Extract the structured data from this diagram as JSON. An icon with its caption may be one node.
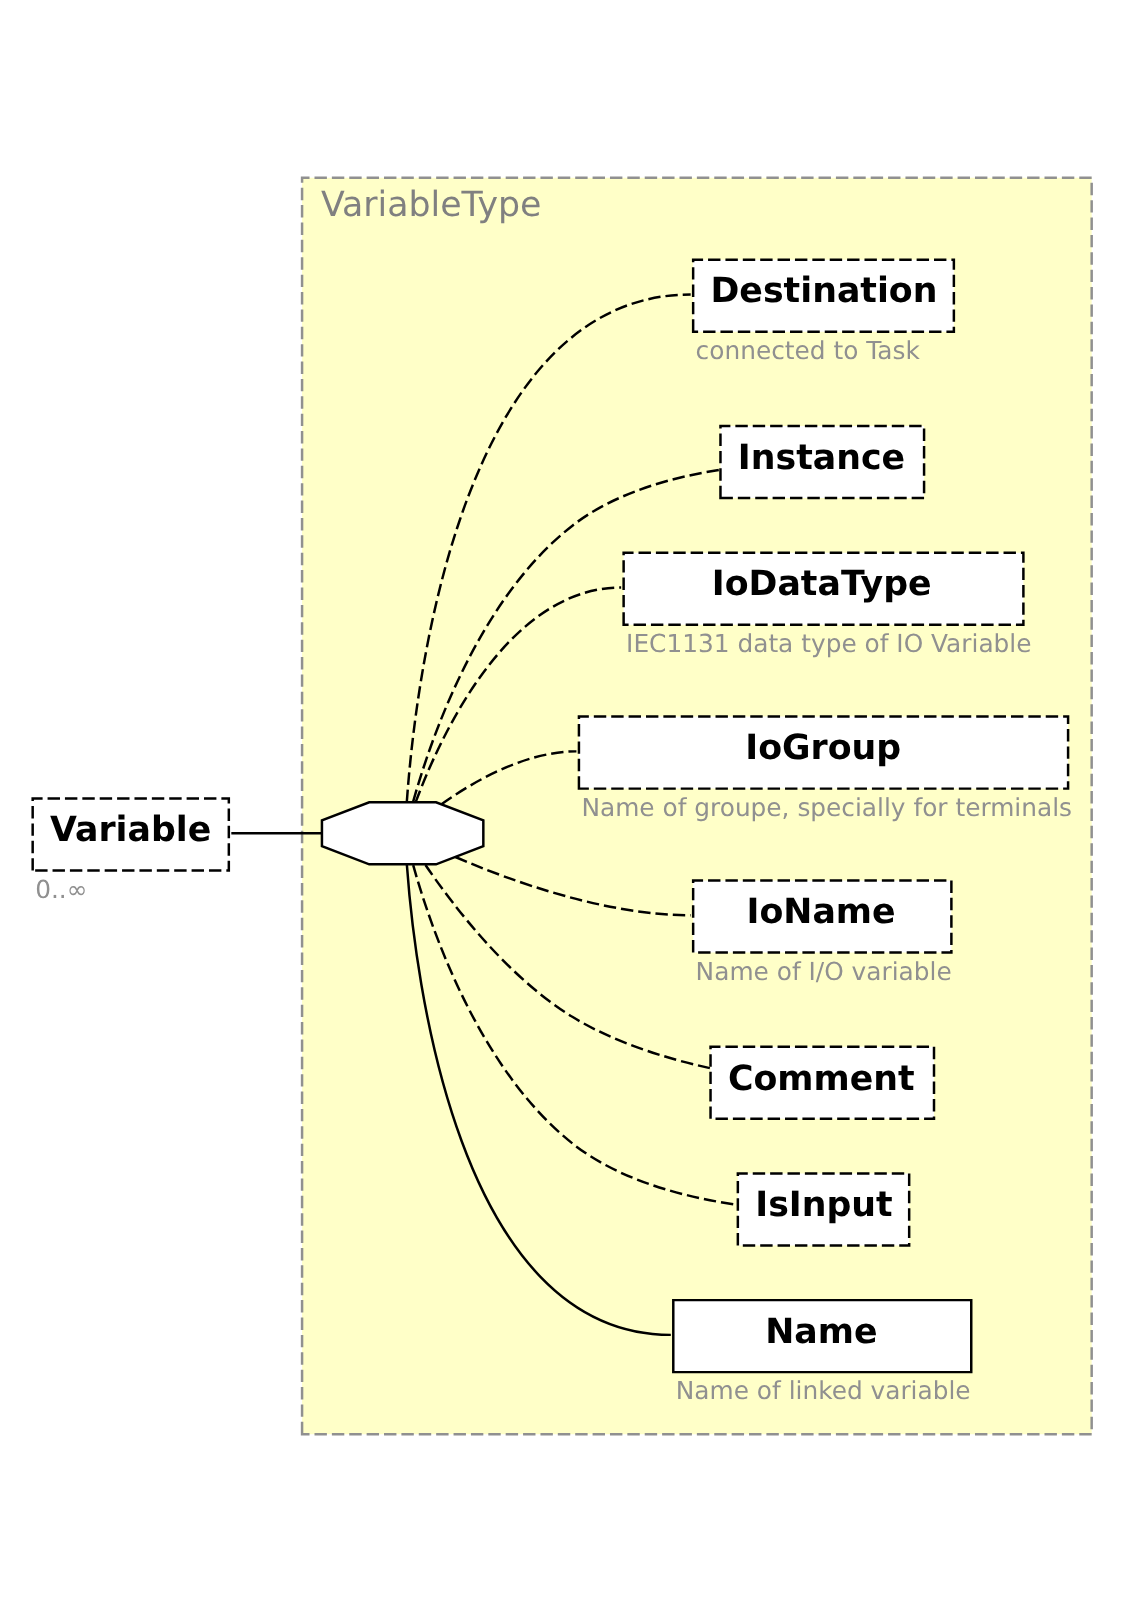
{
  "diagram": {
    "nodes": [
      {
        "text": [
          "VariableType"
        ]
      },
      {
        "text": [
          "Variable"
        ],
        "beside": [
          "0..∞"
        ]
      },
      {
        "text": [],
        "shape": "octagon",
        "in": 0
      },
      {
        "text": [
          "Name"
        ],
        "beside": [
          "Name of linked variable"
        ],
        "in": 0
      },
      {
        "text": [
          "IsInput"
        ],
        "in": 0
      },
      {
        "text": [
          "Comment"
        ],
        "in": 0
      },
      {
        "text": [
          "IoName"
        ],
        "beside": [
          "Name of I/O variable"
        ],
        "in": 0
      },
      {
        "text": [
          "IoGroup"
        ],
        "beside": [
          "Name of groupe, specially for terminals"
        ],
        "in": 0
      },
      {
        "text": [
          "IoDataType"
        ],
        "beside": [
          "IEC1131 data type of IO Variable"
        ],
        "in": 0
      },
      {
        "text": [
          "Instance"
        ],
        "in": 0
      },
      {
        "text": [
          "Destination"
        ],
        "beside": [
          "connected to Task"
        ],
        "in": 0
      }
    ],
    "edges": [
      {
        "from": 1,
        "to": 2,
        "arrow": "none"
      },
      {
        "from": 2,
        "to": 3,
        "arrow": "none"
      },
      {
        "from": 2,
        "to": 4,
        "arrow": "none",
        "style": "dashed"
      },
      {
        "from": 2,
        "to": 5,
        "arrow": "none",
        "style": "dashed"
      },
      {
        "from": 2,
        "to": 6,
        "arrow": "none",
        "style": "dashed"
      },
      {
        "from": 2,
        "to": 7,
        "arrow": "none",
        "style": "dashed"
      },
      {
        "from": 2,
        "to": 8,
        "arrow": "none",
        "style": "dashed"
      },
      {
        "from": 2,
        "to": 9,
        "arrow": "none",
        "style": "dashed"
      },
      {
        "from": 2,
        "to": 10,
        "arrow": "none",
        "style": "dashed"
      }
    ]
  }
}
